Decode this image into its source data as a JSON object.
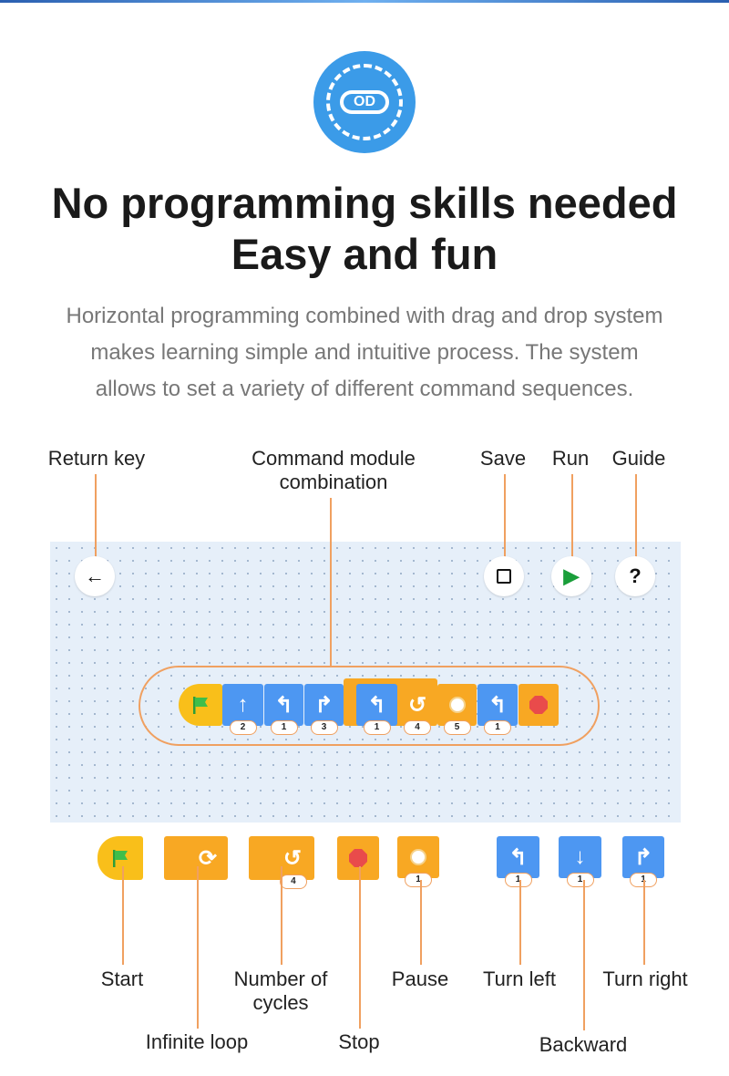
{
  "header": {
    "logo_text": "OD",
    "title_line1": "No programming skills needed",
    "title_line2": "Easy and fun",
    "description": [
      "Horizontal programming combined with drag and drop system",
      "makes learning simple and intuitive process. The system",
      "allows to set a variety of different command sequences."
    ]
  },
  "callouts": {
    "return_key": "Return key",
    "command_line1": "Command module",
    "command_line2": "combination",
    "save": "Save",
    "run": "Run",
    "guide": "Guide"
  },
  "toolbar": {
    "back_icon": "←",
    "save_icon": "💾",
    "run_icon": "▶",
    "guide_icon": "?"
  },
  "sequence": {
    "numbers": [
      "2",
      "1",
      "3",
      "1",
      "4",
      "5",
      "1"
    ]
  },
  "palette": {
    "cycles_count": "4",
    "pause_count": "1",
    "left_count": "1",
    "backward_count": "1",
    "right_count": "1"
  },
  "labels": {
    "start": "Start",
    "infinite_loop": "Infinite loop",
    "cycles_line1": "Number of",
    "cycles_line2": "cycles",
    "stop": "Stop",
    "pause": "Pause",
    "turn_left": "Turn left",
    "backward": "Backward",
    "turn_right": "Turn right"
  },
  "colors": {
    "blue": "#4d97f2",
    "orange": "#f8a823",
    "accent": "#f0a060"
  }
}
